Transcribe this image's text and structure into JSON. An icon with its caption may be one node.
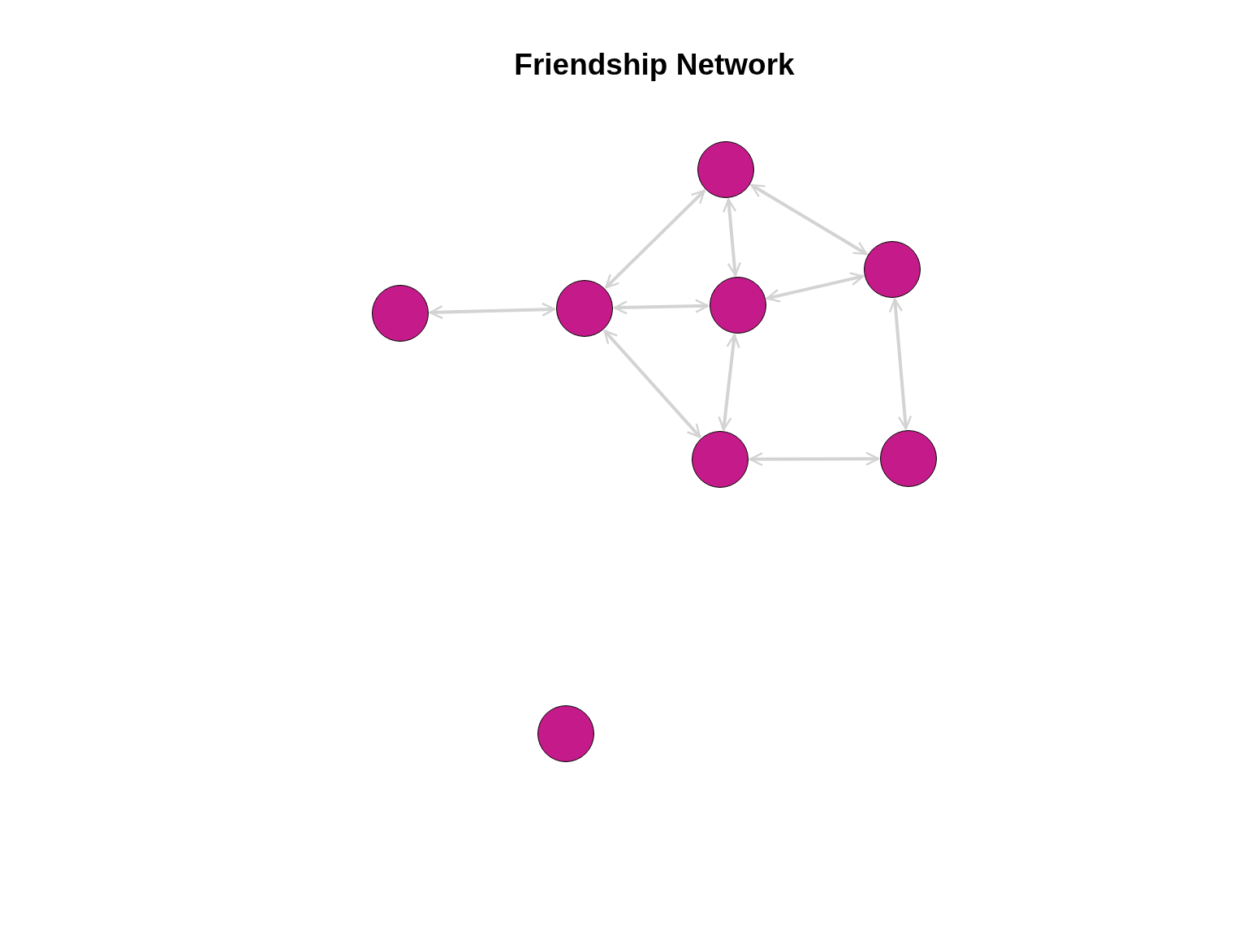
{
  "diagram": {
    "title": "Friendship Network",
    "nodes": [
      {
        "text": [],
        "shape": "circle"
      },
      {
        "text": [],
        "shape": "circle"
      },
      {
        "text": [],
        "shape": "circle"
      },
      {
        "text": [],
        "shape": "circle"
      },
      {
        "text": [],
        "shape": "circle"
      },
      {
        "text": [],
        "shape": "circle"
      },
      {
        "text": [],
        "shape": "circle"
      },
      {
        "text": [],
        "shape": "circle"
      }
    ],
    "edges": [
      {
        "from": 2,
        "to": 3,
        "arrow": "both"
      },
      {
        "from": 3,
        "to": 4,
        "arrow": "both"
      },
      {
        "from": 3,
        "to": 0,
        "arrow": "both"
      },
      {
        "from": 0,
        "to": 4,
        "arrow": "both"
      },
      {
        "from": 0,
        "to": 1,
        "arrow": "both"
      },
      {
        "from": 4,
        "to": 1,
        "arrow": "both"
      },
      {
        "from": 3,
        "to": 5,
        "arrow": "both"
      },
      {
        "from": 4,
        "to": 5,
        "arrow": "both"
      },
      {
        "from": 1,
        "to": 6,
        "arrow": "both"
      },
      {
        "from": 5,
        "to": 6,
        "arrow": "both"
      }
    ]
  }
}
